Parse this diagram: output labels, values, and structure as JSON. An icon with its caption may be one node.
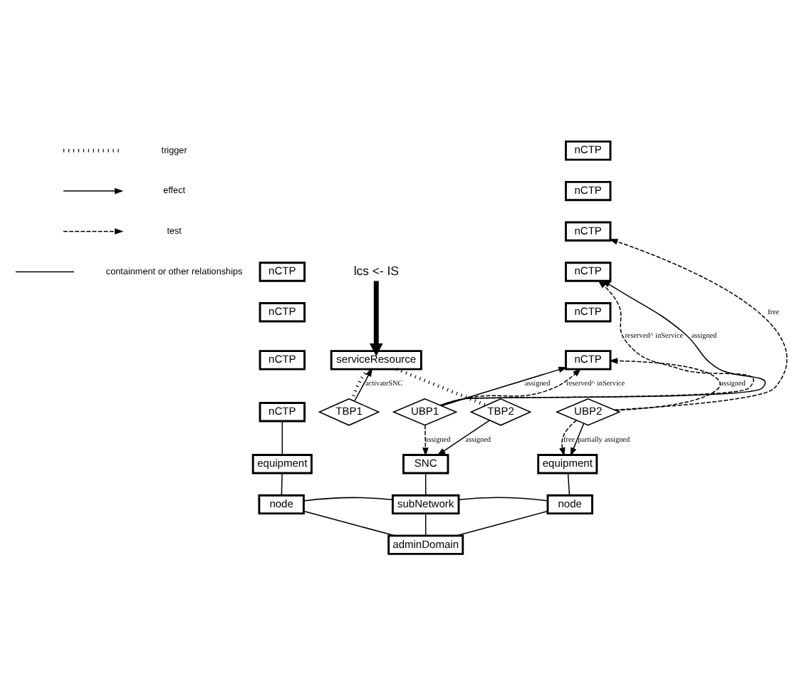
{
  "diagram": {
    "nodes": [
      {
        "text": [
          "lcs <- IS"
        ]
      },
      {
        "text": [
          "serviceResource"
        ]
      },
      {
        "text": [
          "nCTP"
        ]
      },
      {
        "text": [
          "nCTP"
        ]
      },
      {
        "text": [
          "nCTP"
        ]
      },
      {
        "text": [
          "nCTP"
        ]
      },
      {
        "text": [
          "nCTP"
        ]
      },
      {
        "text": [
          "nCTP"
        ]
      },
      {
        "text": [
          "nCTP"
        ]
      },
      {
        "text": [
          "nCTP"
        ]
      },
      {
        "text": [
          "nCTP"
        ]
      },
      {
        "text": [
          "nCTP"
        ]
      },
      {
        "text": [
          "TBP1"
        ]
      },
      {
        "text": [
          "TBP2"
        ]
      },
      {
        "text": [
          "UBP1"
        ]
      },
      {
        "text": [
          "UBP2"
        ]
      },
      {
        "text": [
          "equipment"
        ]
      },
      {
        "text": [
          "SNC"
        ]
      },
      {
        "text": [
          "equipment"
        ]
      },
      {
        "text": [
          "node"
        ]
      },
      {
        "text": [
          "subNetwork"
        ]
      },
      {
        "text": [
          "node"
        ]
      },
      {
        "text": [
          "adminDomain"
        ]
      }
    ],
    "edges": [
      {
        "from": 0,
        "to": 1,
        "arrow": "to",
        "style": "thick"
      },
      {
        "from": 1,
        "to": 12,
        "arrow": "none",
        "style": "dashed"
      },
      {
        "from": 12,
        "to": 1,
        "arrow": "to",
        "label": "activateSNC"
      },
      {
        "from": 1,
        "to": 13,
        "arrow": "none",
        "style": "dashed"
      },
      {
        "from": 13,
        "to": 17,
        "arrow": "to",
        "label": "assigned"
      },
      {
        "from": 14,
        "to": 17,
        "arrow": "to",
        "label": "assigned",
        "style": "dashed"
      },
      {
        "from": 14,
        "to": 9,
        "arrow": "to",
        "label": "reserved^ inService",
        "style": "dashed"
      },
      {
        "from": 14,
        "to": 9,
        "arrow": "to",
        "label": "assigned"
      },
      {
        "from": 14,
        "to": 11,
        "arrow": "to",
        "label": "assigned"
      },
      {
        "from": 14,
        "to": 11,
        "arrow": "to",
        "label": "reserved^ inService",
        "style": "dashed"
      },
      {
        "from": 15,
        "to": 11,
        "arrow": "to",
        "label": "assigned",
        "style": "dashed"
      },
      {
        "from": 15,
        "to": 8,
        "arrow": "to",
        "label": "free",
        "style": "dashed"
      },
      {
        "from": 15,
        "to": 18,
        "arrow": "to",
        "label": "free",
        "style": "dashed"
      },
      {
        "from": 15,
        "to": 18,
        "arrow": "to",
        "label": "partially assigned"
      },
      {
        "from": 5,
        "to": 16,
        "arrow": "none"
      },
      {
        "from": 16,
        "to": 19,
        "arrow": "none"
      },
      {
        "from": 19,
        "to": 20,
        "arrow": "none"
      },
      {
        "from": 19,
        "to": 22,
        "arrow": "none"
      },
      {
        "from": 17,
        "to": 20,
        "arrow": "none"
      },
      {
        "from": 20,
        "to": 22,
        "arrow": "none"
      },
      {
        "from": 20,
        "to": 21,
        "arrow": "none"
      },
      {
        "from": 22,
        "to": 21,
        "arrow": "none"
      },
      {
        "from": 18,
        "to": 21,
        "arrow": "none"
      }
    ],
    "legend": [
      {
        "text": "trigger"
      },
      {
        "text": "effect"
      },
      {
        "text": "test"
      },
      {
        "text": "containment or other relationships"
      }
    ]
  }
}
